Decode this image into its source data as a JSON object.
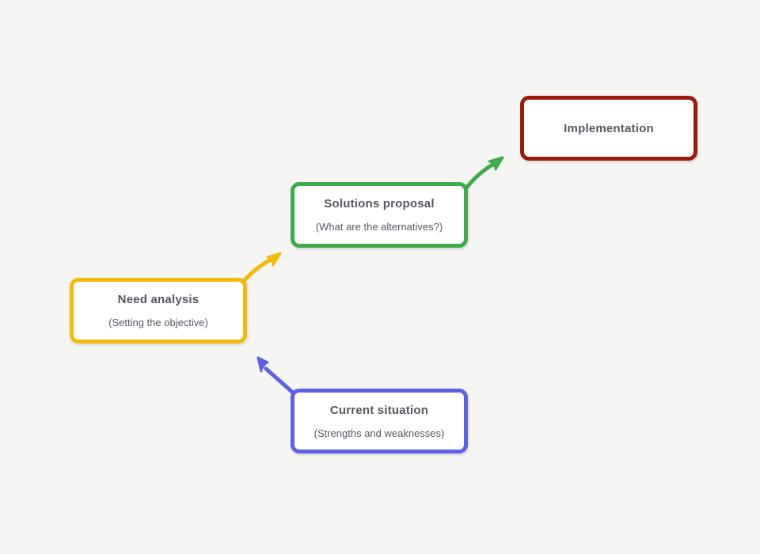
{
  "canvas": {
    "background_color": "#f5f5f4",
    "text_color": "#54575e"
  },
  "diagram": {
    "nodes": [
      {
        "id": "current-situation",
        "title": "Current situation",
        "subtitle": "(Strengths and weaknesses)",
        "border_color": "#5d61e8"
      },
      {
        "id": "need-analysis",
        "title": "Need analysis",
        "subtitle": "(Setting the objective)",
        "border_color": "#f3ba0a"
      },
      {
        "id": "solutions-proposal",
        "title": "Solutions proposal",
        "subtitle": "(What are the alternatives?)",
        "border_color": "#3eac4a"
      },
      {
        "id": "implementation",
        "title": "Implementation",
        "subtitle": "",
        "border_color": "#9b1b0a"
      }
    ],
    "arrows": [
      {
        "id": "current-to-need",
        "from": "current-situation",
        "to": "need-analysis",
        "color": "#5d61e8"
      },
      {
        "id": "need-to-solutions",
        "from": "need-analysis",
        "to": "solutions-proposal",
        "color": "#f3ba0a"
      },
      {
        "id": "solutions-to-implementation",
        "from": "solutions-proposal",
        "to": "implementation",
        "color": "#3eac4a"
      }
    ]
  }
}
